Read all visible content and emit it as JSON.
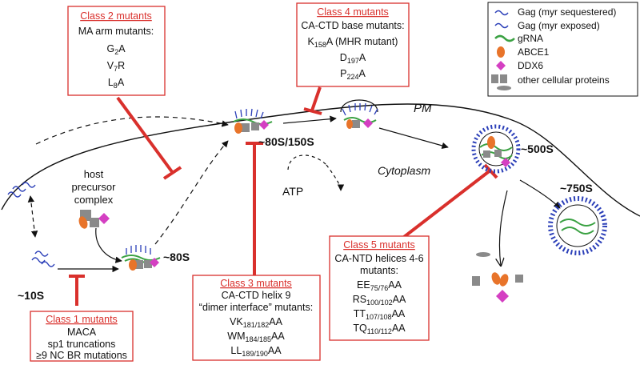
{
  "legend": {
    "items": [
      {
        "label": "Gag (myr sequestered)",
        "icon": "gag-myr-sequestered-icon"
      },
      {
        "label": "Gag (myr exposed)",
        "icon": "gag-myr-exposed-icon"
      },
      {
        "label": "gRNA",
        "icon": "grna-icon"
      },
      {
        "label": "ABCE1",
        "icon": "abce1-icon"
      },
      {
        "label": "DDX6",
        "icon": "ddx6-icon"
      },
      {
        "label": "other cellular proteins",
        "icon": "other-proteins-icon"
      }
    ]
  },
  "colors": {
    "red": "#d9302c",
    "gag_blue": "#2b3fb8",
    "grna_green": "#3aa142",
    "abce1_orange": "#e8742a",
    "ddx6_magenta": "#d43fc2",
    "gray": "#8a8a8a"
  },
  "labels": {
    "pm": "PM",
    "cytoplasm": "Cytoplasm",
    "atp": "ATP",
    "host_precursor": [
      "host",
      "precursor",
      "complex"
    ],
    "s10": "~10S",
    "s80": "~80S",
    "s80_150": "~80S/150S",
    "s500": "~500S",
    "s750": "~750S"
  },
  "classes": {
    "class1": {
      "title": "Class 1 mutants",
      "lines": [
        "MACA",
        "sp1 truncations",
        "≥9 NC BR mutations"
      ]
    },
    "class2": {
      "title": "Class 2 mutants",
      "subtitle": "MA arm mutants:",
      "mutants": [
        [
          "G",
          "2",
          "A"
        ],
        [
          "V",
          "7",
          "R"
        ],
        [
          "L",
          "8",
          "A"
        ]
      ]
    },
    "class3": {
      "title": "Class 3 mutants",
      "subtitle": [
        "CA-CTD helix 9",
        "“dimer interface” mutants:"
      ],
      "mutants": [
        [
          "VK",
          "181/182",
          "AA"
        ],
        [
          "WM",
          "184/185",
          "AA"
        ],
        [
          "LL",
          "189/190",
          "AA"
        ]
      ]
    },
    "class4": {
      "title": "Class 4 mutants",
      "subtitle": "CA-CTD base mutants:",
      "mutants": [
        [
          "K",
          "158",
          "A (MHR mutant)"
        ],
        [
          "D",
          "197",
          "A"
        ],
        [
          "P",
          "224",
          "A"
        ]
      ]
    },
    "class5": {
      "title": "Class 5 mutants",
      "subtitle": [
        "CA-NTD helices 4-6",
        "mutants:"
      ],
      "mutants": [
        [
          "EE",
          "75/76",
          "AA"
        ],
        [
          "RS",
          "100/102",
          "AA"
        ],
        [
          "TT",
          "107/108",
          "AA"
        ],
        [
          "TQ",
          "110/112",
          "AA"
        ]
      ]
    }
  }
}
